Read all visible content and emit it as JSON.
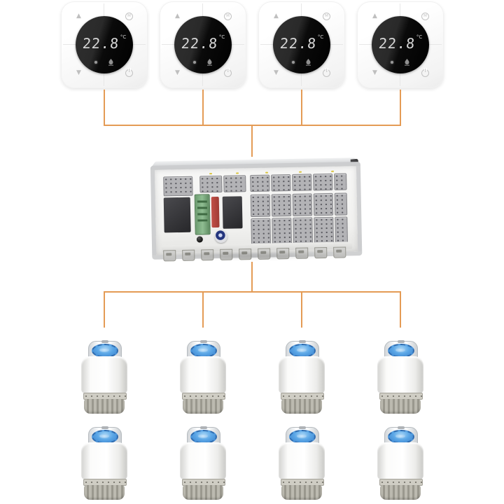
{
  "diagram": {
    "device_counts": {
      "thermostats": 4,
      "wiring_centers": 1,
      "actuators": 8
    }
  },
  "colors": {
    "connector_line": "#E49B55",
    "display_background": "#000000",
    "display_text": "#D8D8D8",
    "actuator_gear_blue": "#4F9FE2",
    "case_gray": "#C5C7C9"
  },
  "icons": {
    "up": "▲",
    "down": "▼",
    "mode_letter": "M"
  },
  "thermostats": [
    {
      "id": "thermostat-1",
      "temperature": "22.8",
      "unit": "°C"
    },
    {
      "id": "thermostat-2",
      "temperature": "22.8",
      "unit": "°C"
    },
    {
      "id": "thermostat-3",
      "temperature": "22.8",
      "unit": "°C"
    },
    {
      "id": "thermostat-4",
      "temperature": "22.8",
      "unit": "°C"
    }
  ],
  "controller": {
    "id": "wiring-control-box",
    "terminal_rows": 2,
    "terminal_columns": 5,
    "clamp_count": 10
  },
  "actuators": [
    {
      "id": "actuator-1"
    },
    {
      "id": "actuator-2"
    },
    {
      "id": "actuator-3"
    },
    {
      "id": "actuator-4"
    },
    {
      "id": "actuator-5"
    },
    {
      "id": "actuator-6"
    },
    {
      "id": "actuator-7"
    },
    {
      "id": "actuator-8"
    }
  ]
}
